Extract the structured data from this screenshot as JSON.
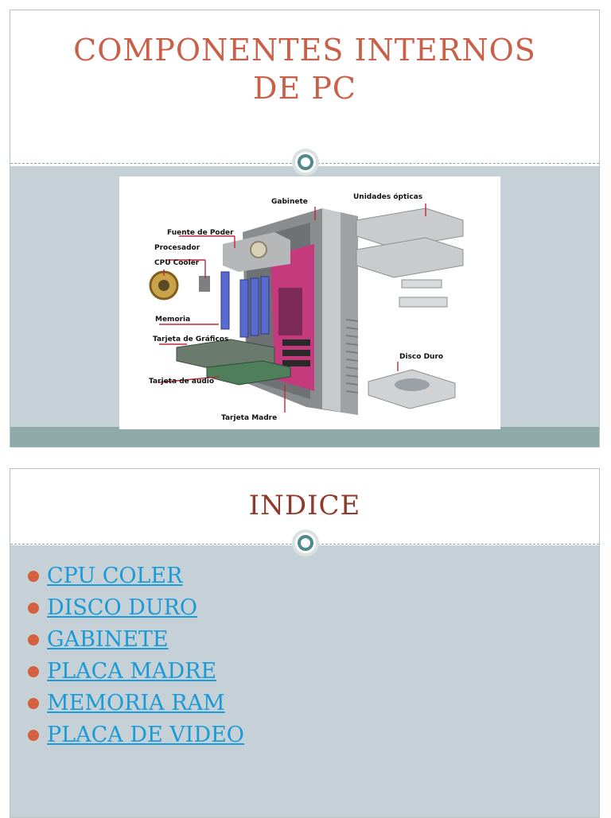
{
  "slide1": {
    "title_line1": "COMPONENTES INTERNOS",
    "title_line2": "DE PC",
    "figure_labels": {
      "gabinete": "Gabinete",
      "unidades_opticas": "Unidades ópticas",
      "fuente_de_poder": "Fuente de Poder",
      "procesador": "Procesador",
      "cpu_cooler": "CPU Cooler",
      "memoria": "Memoria",
      "tarjeta_graficos": "Tarjeta de Gráficos",
      "tarjeta_audio": "Tarjeta de audio",
      "disco_duro": "Disco Duro",
      "tarjeta_madre": "Tarjeta Madre"
    }
  },
  "slide2": {
    "title": "INDICE",
    "links": [
      {
        "label": "CPU COLER"
      },
      {
        "label": "DISCO DURO"
      },
      {
        "label": "GABINETE"
      },
      {
        "label": "PLACA MADRE"
      },
      {
        "label": "MEMORIA RAM"
      },
      {
        "label": "PLACA DE VIDEO"
      }
    ]
  },
  "colors": {
    "title_coral": "#c8604a",
    "title_dark_red": "#8f3a2a",
    "link_blue": "#1a9ad6",
    "bullet_orange": "#d6603e",
    "body_bg": "#c5d1d7",
    "band_teal": "#8eaaa9"
  }
}
